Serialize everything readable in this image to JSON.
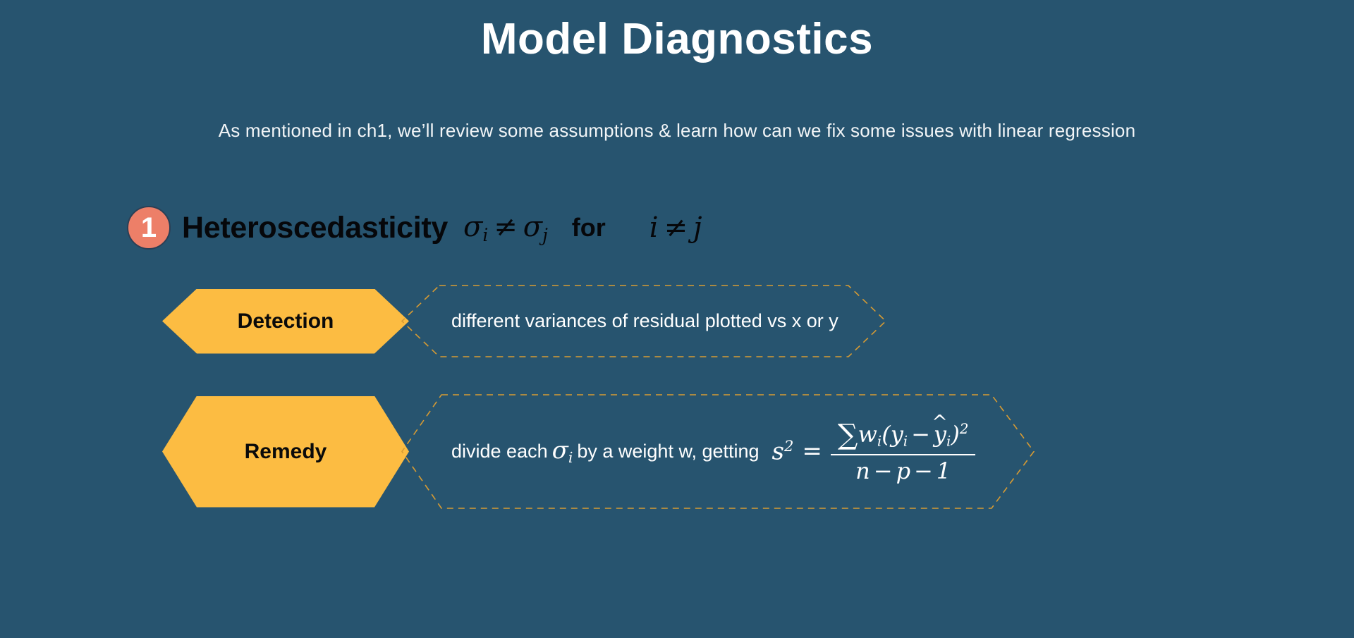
{
  "slide": {
    "background_color": "#27546f",
    "title": "Model Diagnostics",
    "subtitle": "As mentioned in ch1, we’ll review some assumptions & learn how can we fix some issues with linear regression"
  },
  "section": {
    "number": "1",
    "badge_color": "#ed7f68",
    "heading": "Heteroscedasticity",
    "math_left": {
      "sigma": "σ",
      "sub_i": "i",
      "neq": "≠",
      "sub_j": "j"
    },
    "for_word": "for",
    "math_right": {
      "i": "i",
      "neq": "≠",
      "j": "j"
    }
  },
  "rows": [
    {
      "label": "Detection",
      "label_color": "#fcbc42",
      "description": "different variances of residual plotted vs x or y",
      "has_formula": false
    },
    {
      "label": "Remedy",
      "label_color": "#fcbc42",
      "description_part1": "divide each",
      "sigma": "σ",
      "sigma_sub": "i",
      "description_part2": "by a weight w, getting",
      "has_formula": true,
      "formula": {
        "lhs": "s",
        "lhs_sup": "2",
        "equals": "=",
        "numerator": {
          "sum": "∑",
          "w": "w",
          "w_sub": "i",
          "open_paren": "(",
          "y": "y",
          "y_sub": "i",
          "minus": "−",
          "yhat": "y",
          "yhat_sub": "i",
          "close_paren": ")",
          "power": "2"
        },
        "denominator": {
          "n": "n",
          "minus1": "−",
          "p": "p",
          "minus2": "−",
          "one": "1"
        }
      }
    }
  ],
  "colors": {
    "background": "#27546f",
    "amber": "#fcbc42",
    "coral": "#ed7f68",
    "text_white": "#ffffff",
    "text_black": "#06070a",
    "dashed_outline": "#d79b33"
  }
}
